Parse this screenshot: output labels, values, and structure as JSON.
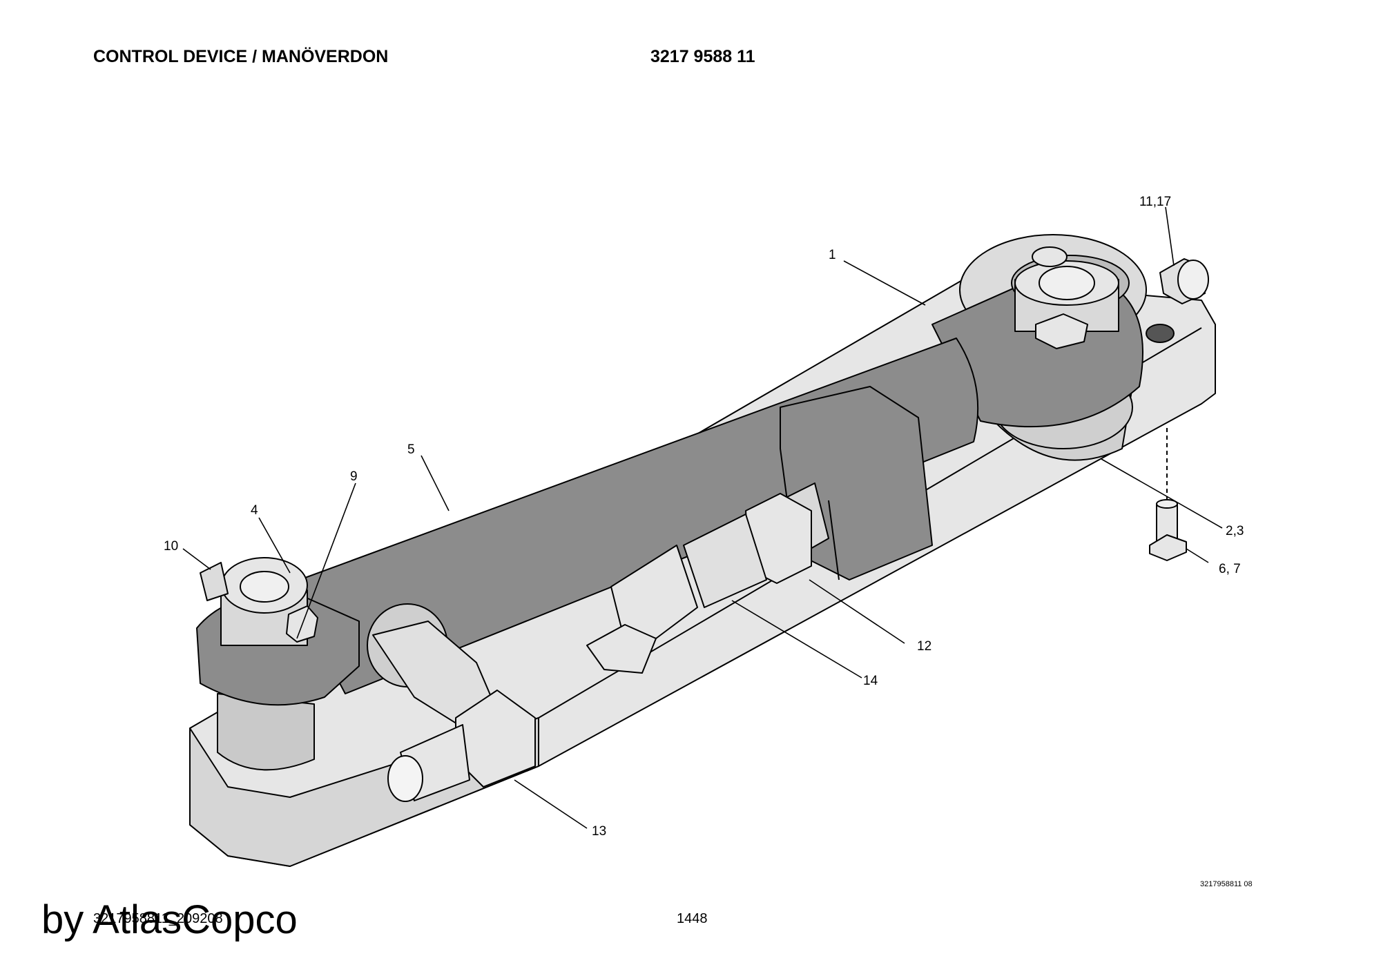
{
  "header": {
    "title": "CONTROL DEVICE / MANÖVERDON",
    "part_number": "3217 9588 11"
  },
  "callouts": {
    "c1": "1",
    "c2_3": "2,3",
    "c4": "4",
    "c5": "5",
    "c6_7": "6, 7",
    "c9": "9",
    "c10": "10",
    "c11_17": "11,17",
    "c12": "12",
    "c13": "13",
    "c14": "14"
  },
  "image_reference": "3217958811 08",
  "footer": {
    "document_code": "3217958811_209208",
    "page_number": "1448",
    "watermark": "by AtlasCopco"
  },
  "colors": {
    "body_dark": "#8c8c8c",
    "body_mid": "#b8b8b8",
    "base_light": "#e6e6e6",
    "fitting_light": "#d9d9d9"
  }
}
